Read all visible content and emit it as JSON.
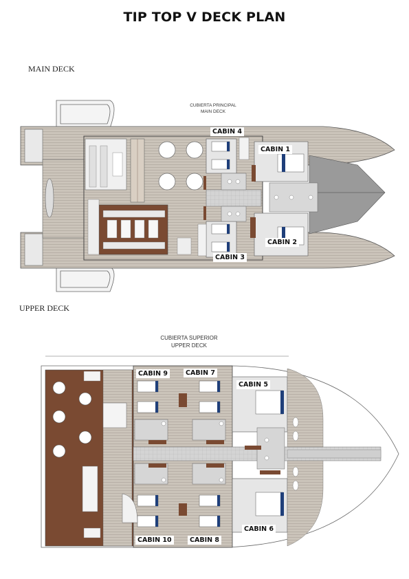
{
  "title": "TIP TOP V DECK PLAN",
  "main_deck": {
    "heading": "MAIN DECK",
    "caption_es": "CUBIERTA PRINCIPAL",
    "caption_en": "MAIN DECK",
    "cabins": [
      "CABIN 4",
      "CABIN 1",
      "CABIN 2",
      "CABIN 3"
    ]
  },
  "upper_deck": {
    "heading": "UPPER DECK",
    "caption_es": "CUBIERTA SUPERIOR",
    "caption_en": "UPPER DECK",
    "cabins": [
      "CABIN 9",
      "CABIN 7",
      "CABIN 5",
      "CABIN 6",
      "CABIN 10",
      "CABIN 8"
    ]
  },
  "colors": {
    "deck_wood": "#c9c2b8",
    "brown_floor": "#7a4a32",
    "corridor_grey": "#d2d2d2",
    "bed_blue": "#1f3f7a",
    "hull_line": "#555555"
  }
}
